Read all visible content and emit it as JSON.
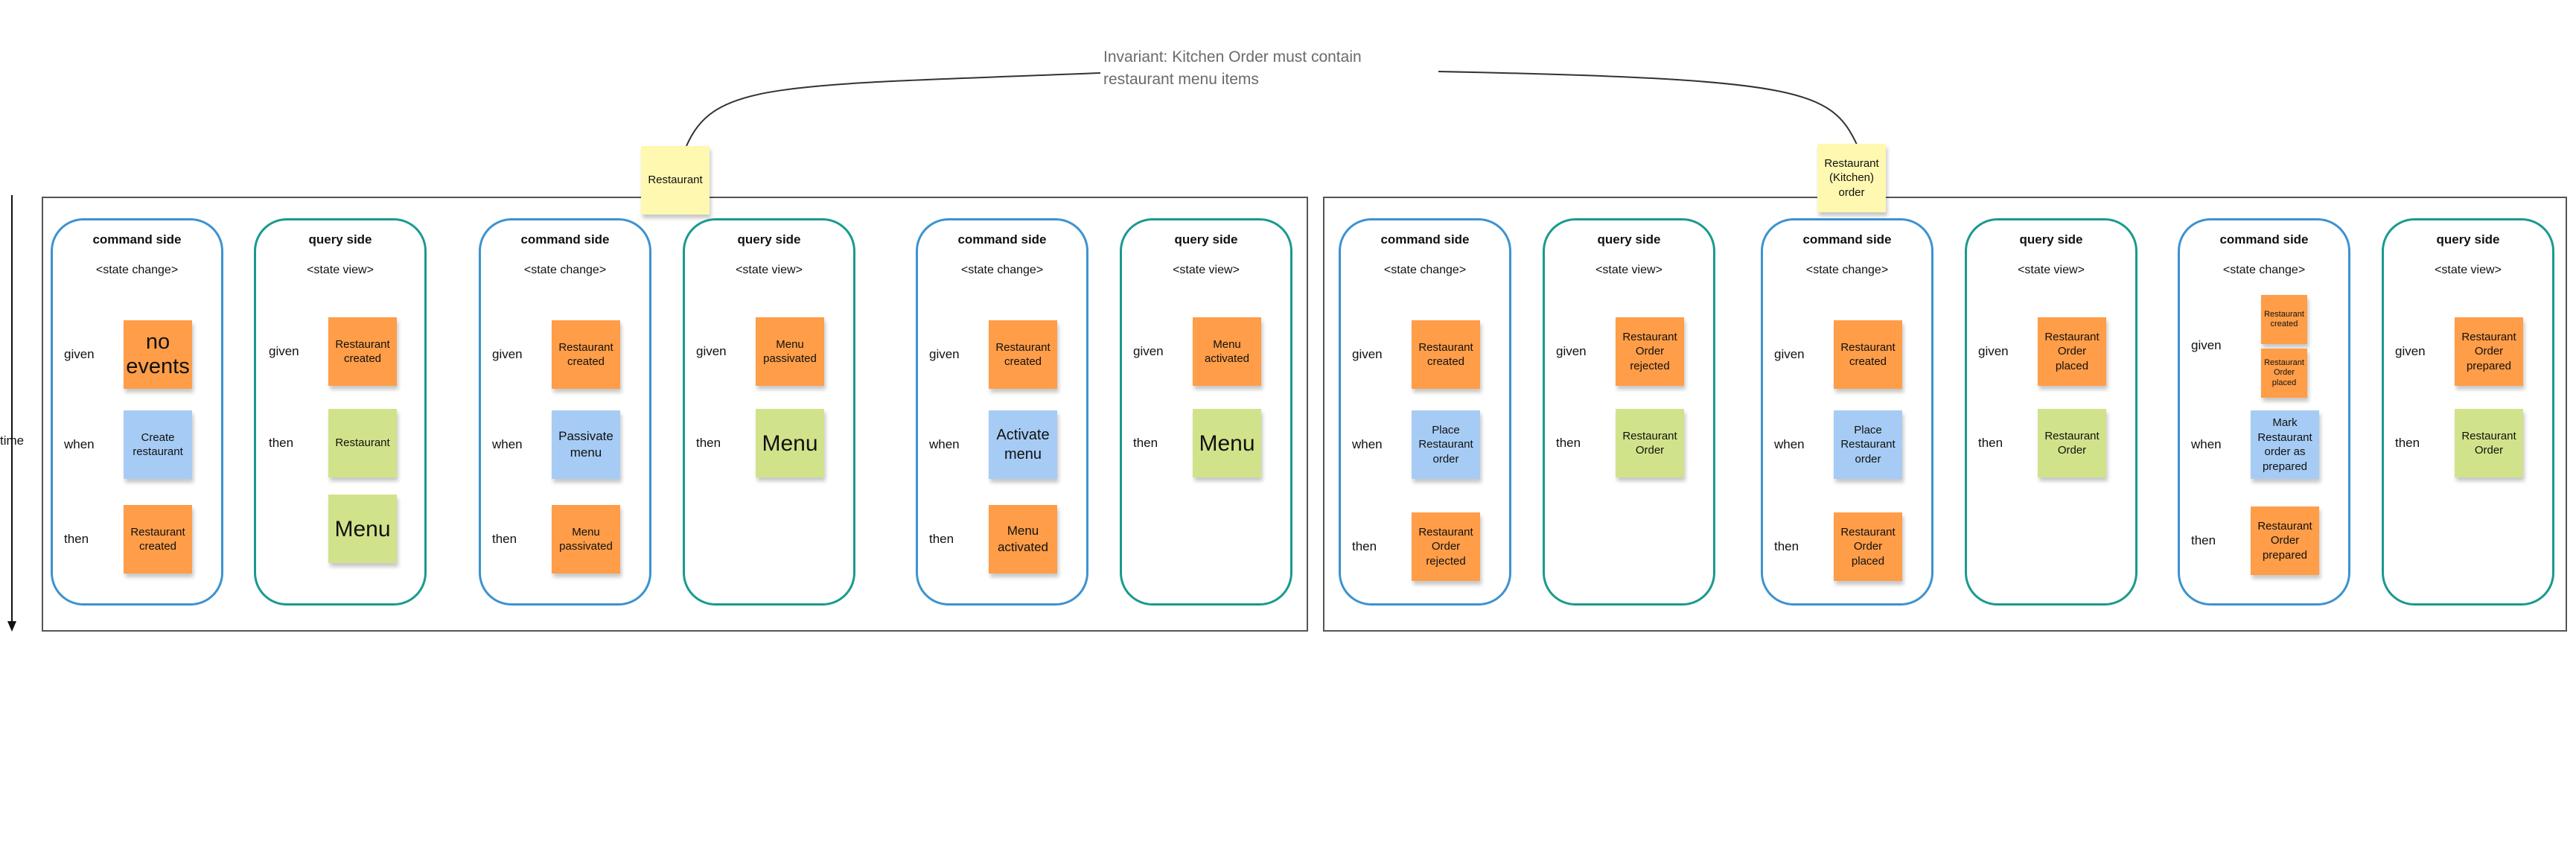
{
  "annotation": {
    "line1": "Invariant: Kitchen Order must contain",
    "line2": "restaurant menu items"
  },
  "time_label": "time",
  "aggregates": [
    "Restaurant",
    "Restaurant (Kitchen) order"
  ],
  "colors": {
    "event": "#ff9d48",
    "command": "#a6ccf5",
    "view": "#d1e38a",
    "aggregate": "#fff8b0",
    "command_border": "#3d92d0",
    "query_border": "#199a8e"
  },
  "columns": [
    {
      "title": "command side",
      "subtitle": "<state change>",
      "rows": [
        {
          "label": "given",
          "notes": [
            {
              "text": "no events",
              "color": "orange"
            }
          ]
        },
        {
          "label": "when",
          "notes": [
            {
              "text": "Create restaurant",
              "color": "blue"
            }
          ]
        },
        {
          "label": "then",
          "notes": [
            {
              "text": "Restaurant created",
              "color": "orange"
            }
          ]
        }
      ]
    },
    {
      "title": "query side",
      "subtitle": "<state view>",
      "rows": [
        {
          "label": "given",
          "notes": [
            {
              "text": "Restaurant created",
              "color": "orange"
            }
          ]
        },
        {
          "label": "then",
          "notes": [
            {
              "text": "Restaurant",
              "color": "green"
            },
            {
              "text": "Menu",
              "color": "green"
            }
          ]
        }
      ]
    },
    {
      "title": "command side",
      "subtitle": "<state change>",
      "rows": [
        {
          "label": "given",
          "notes": [
            {
              "text": "Restaurant created",
              "color": "orange"
            }
          ]
        },
        {
          "label": "when",
          "notes": [
            {
              "text": "Passivate menu",
              "color": "blue"
            }
          ]
        },
        {
          "label": "then",
          "notes": [
            {
              "text": "Menu passivated",
              "color": "orange"
            }
          ]
        }
      ]
    },
    {
      "title": "query side",
      "subtitle": "<state view>",
      "rows": [
        {
          "label": "given",
          "notes": [
            {
              "text": "Menu passivated",
              "color": "orange"
            }
          ]
        },
        {
          "label": "then",
          "notes": [
            {
              "text": "Menu",
              "color": "green"
            }
          ]
        }
      ]
    },
    {
      "title": "command side",
      "subtitle": "<state change>",
      "rows": [
        {
          "label": "given",
          "notes": [
            {
              "text": "Restaurant created",
              "color": "orange"
            }
          ]
        },
        {
          "label": "when",
          "notes": [
            {
              "text": "Activate menu",
              "color": "blue"
            }
          ]
        },
        {
          "label": "then",
          "notes": [
            {
              "text": "Menu activated",
              "color": "orange"
            }
          ]
        }
      ]
    },
    {
      "title": "query side",
      "subtitle": "<state view>",
      "rows": [
        {
          "label": "given",
          "notes": [
            {
              "text": "Menu activated",
              "color": "orange"
            }
          ]
        },
        {
          "label": "then",
          "notes": [
            {
              "text": "Menu",
              "color": "green"
            }
          ]
        }
      ]
    },
    {
      "title": "command side",
      "subtitle": "<state change>",
      "rows": [
        {
          "label": "given",
          "notes": [
            {
              "text": "Restaurant created",
              "color": "orange"
            }
          ]
        },
        {
          "label": "when",
          "notes": [
            {
              "text": "Place Restaurant order",
              "color": "blue"
            }
          ]
        },
        {
          "label": "then",
          "notes": [
            {
              "text": "Restaurant Order rejected",
              "color": "orange"
            }
          ]
        }
      ]
    },
    {
      "title": "query side",
      "subtitle": "<state view>",
      "rows": [
        {
          "label": "given",
          "notes": [
            {
              "text": "Restaurant Order rejected",
              "color": "orange"
            }
          ]
        },
        {
          "label": "then",
          "notes": [
            {
              "text": "Restaurant Order",
              "color": "green"
            }
          ]
        }
      ]
    },
    {
      "title": "command side",
      "subtitle": "<state change>",
      "rows": [
        {
          "label": "given",
          "notes": [
            {
              "text": "Restaurant created",
              "color": "orange"
            }
          ]
        },
        {
          "label": "when",
          "notes": [
            {
              "text": "Place Restaurant order",
              "color": "blue"
            }
          ]
        },
        {
          "label": "then",
          "notes": [
            {
              "text": "Restaurant Order placed",
              "color": "orange"
            }
          ]
        }
      ]
    },
    {
      "title": "query side",
      "subtitle": "<state view>",
      "rows": [
        {
          "label": "given",
          "notes": [
            {
              "text": "Restaurant Order placed",
              "color": "orange"
            }
          ]
        },
        {
          "label": "then",
          "notes": [
            {
              "text": "Restaurant Order",
              "color": "green"
            }
          ]
        }
      ]
    },
    {
      "title": "command side",
      "subtitle": "<state change>",
      "rows": [
        {
          "label": "given",
          "notes": [
            {
              "text": "Restaurant created",
              "color": "orange"
            },
            {
              "text": "Restaurant Order placed",
              "color": "orange"
            }
          ]
        },
        {
          "label": "when",
          "notes": [
            {
              "text": "Mark Restaurant order as prepared",
              "color": "blue"
            }
          ]
        },
        {
          "label": "then",
          "notes": [
            {
              "text": "Restaurant Order prepared",
              "color": "orange"
            }
          ]
        }
      ]
    },
    {
      "title": "query side",
      "subtitle": "<state view>",
      "rows": [
        {
          "label": "given",
          "notes": [
            {
              "text": "Restaurant Order prepared",
              "color": "orange"
            }
          ]
        },
        {
          "label": "then",
          "notes": [
            {
              "text": "Restaurant Order",
              "color": "green"
            }
          ]
        }
      ]
    }
  ]
}
